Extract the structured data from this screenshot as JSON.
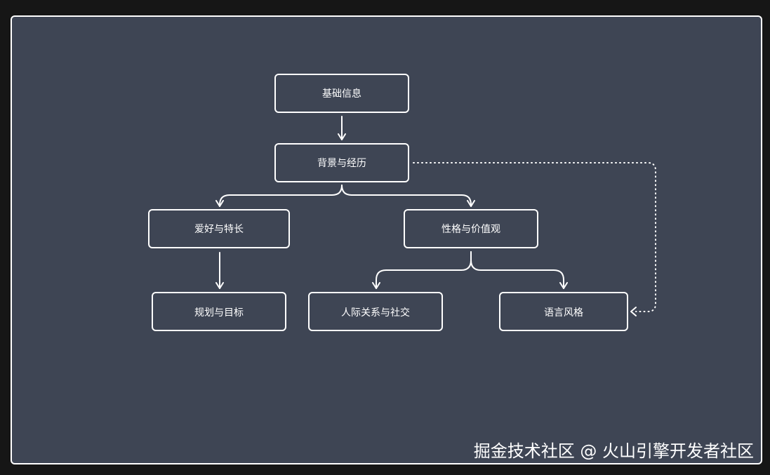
{
  "diagram": {
    "nodes": {
      "basic": "基础信息",
      "background": "背景与经历",
      "hobbies": "爱好与特长",
      "personality": "性格与价值观",
      "plans": "规划与目标",
      "relations": "人际关系与社交",
      "language": "语言风格"
    },
    "edges": [
      {
        "from": "basic",
        "to": "background",
        "style": "solid"
      },
      {
        "from": "background",
        "to": "hobbies",
        "style": "solid"
      },
      {
        "from": "background",
        "to": "personality",
        "style": "solid"
      },
      {
        "from": "hobbies",
        "to": "plans",
        "style": "solid"
      },
      {
        "from": "personality",
        "to": "relations",
        "style": "solid"
      },
      {
        "from": "personality",
        "to": "language",
        "style": "solid"
      },
      {
        "from": "background",
        "to": "language",
        "style": "dotted"
      }
    ]
  },
  "watermark": "掘金技术社区 @ 火山引擎开发者社区",
  "colors": {
    "panel_background": "#3e4554",
    "page_background": "#161616",
    "line": "#ffffff"
  }
}
